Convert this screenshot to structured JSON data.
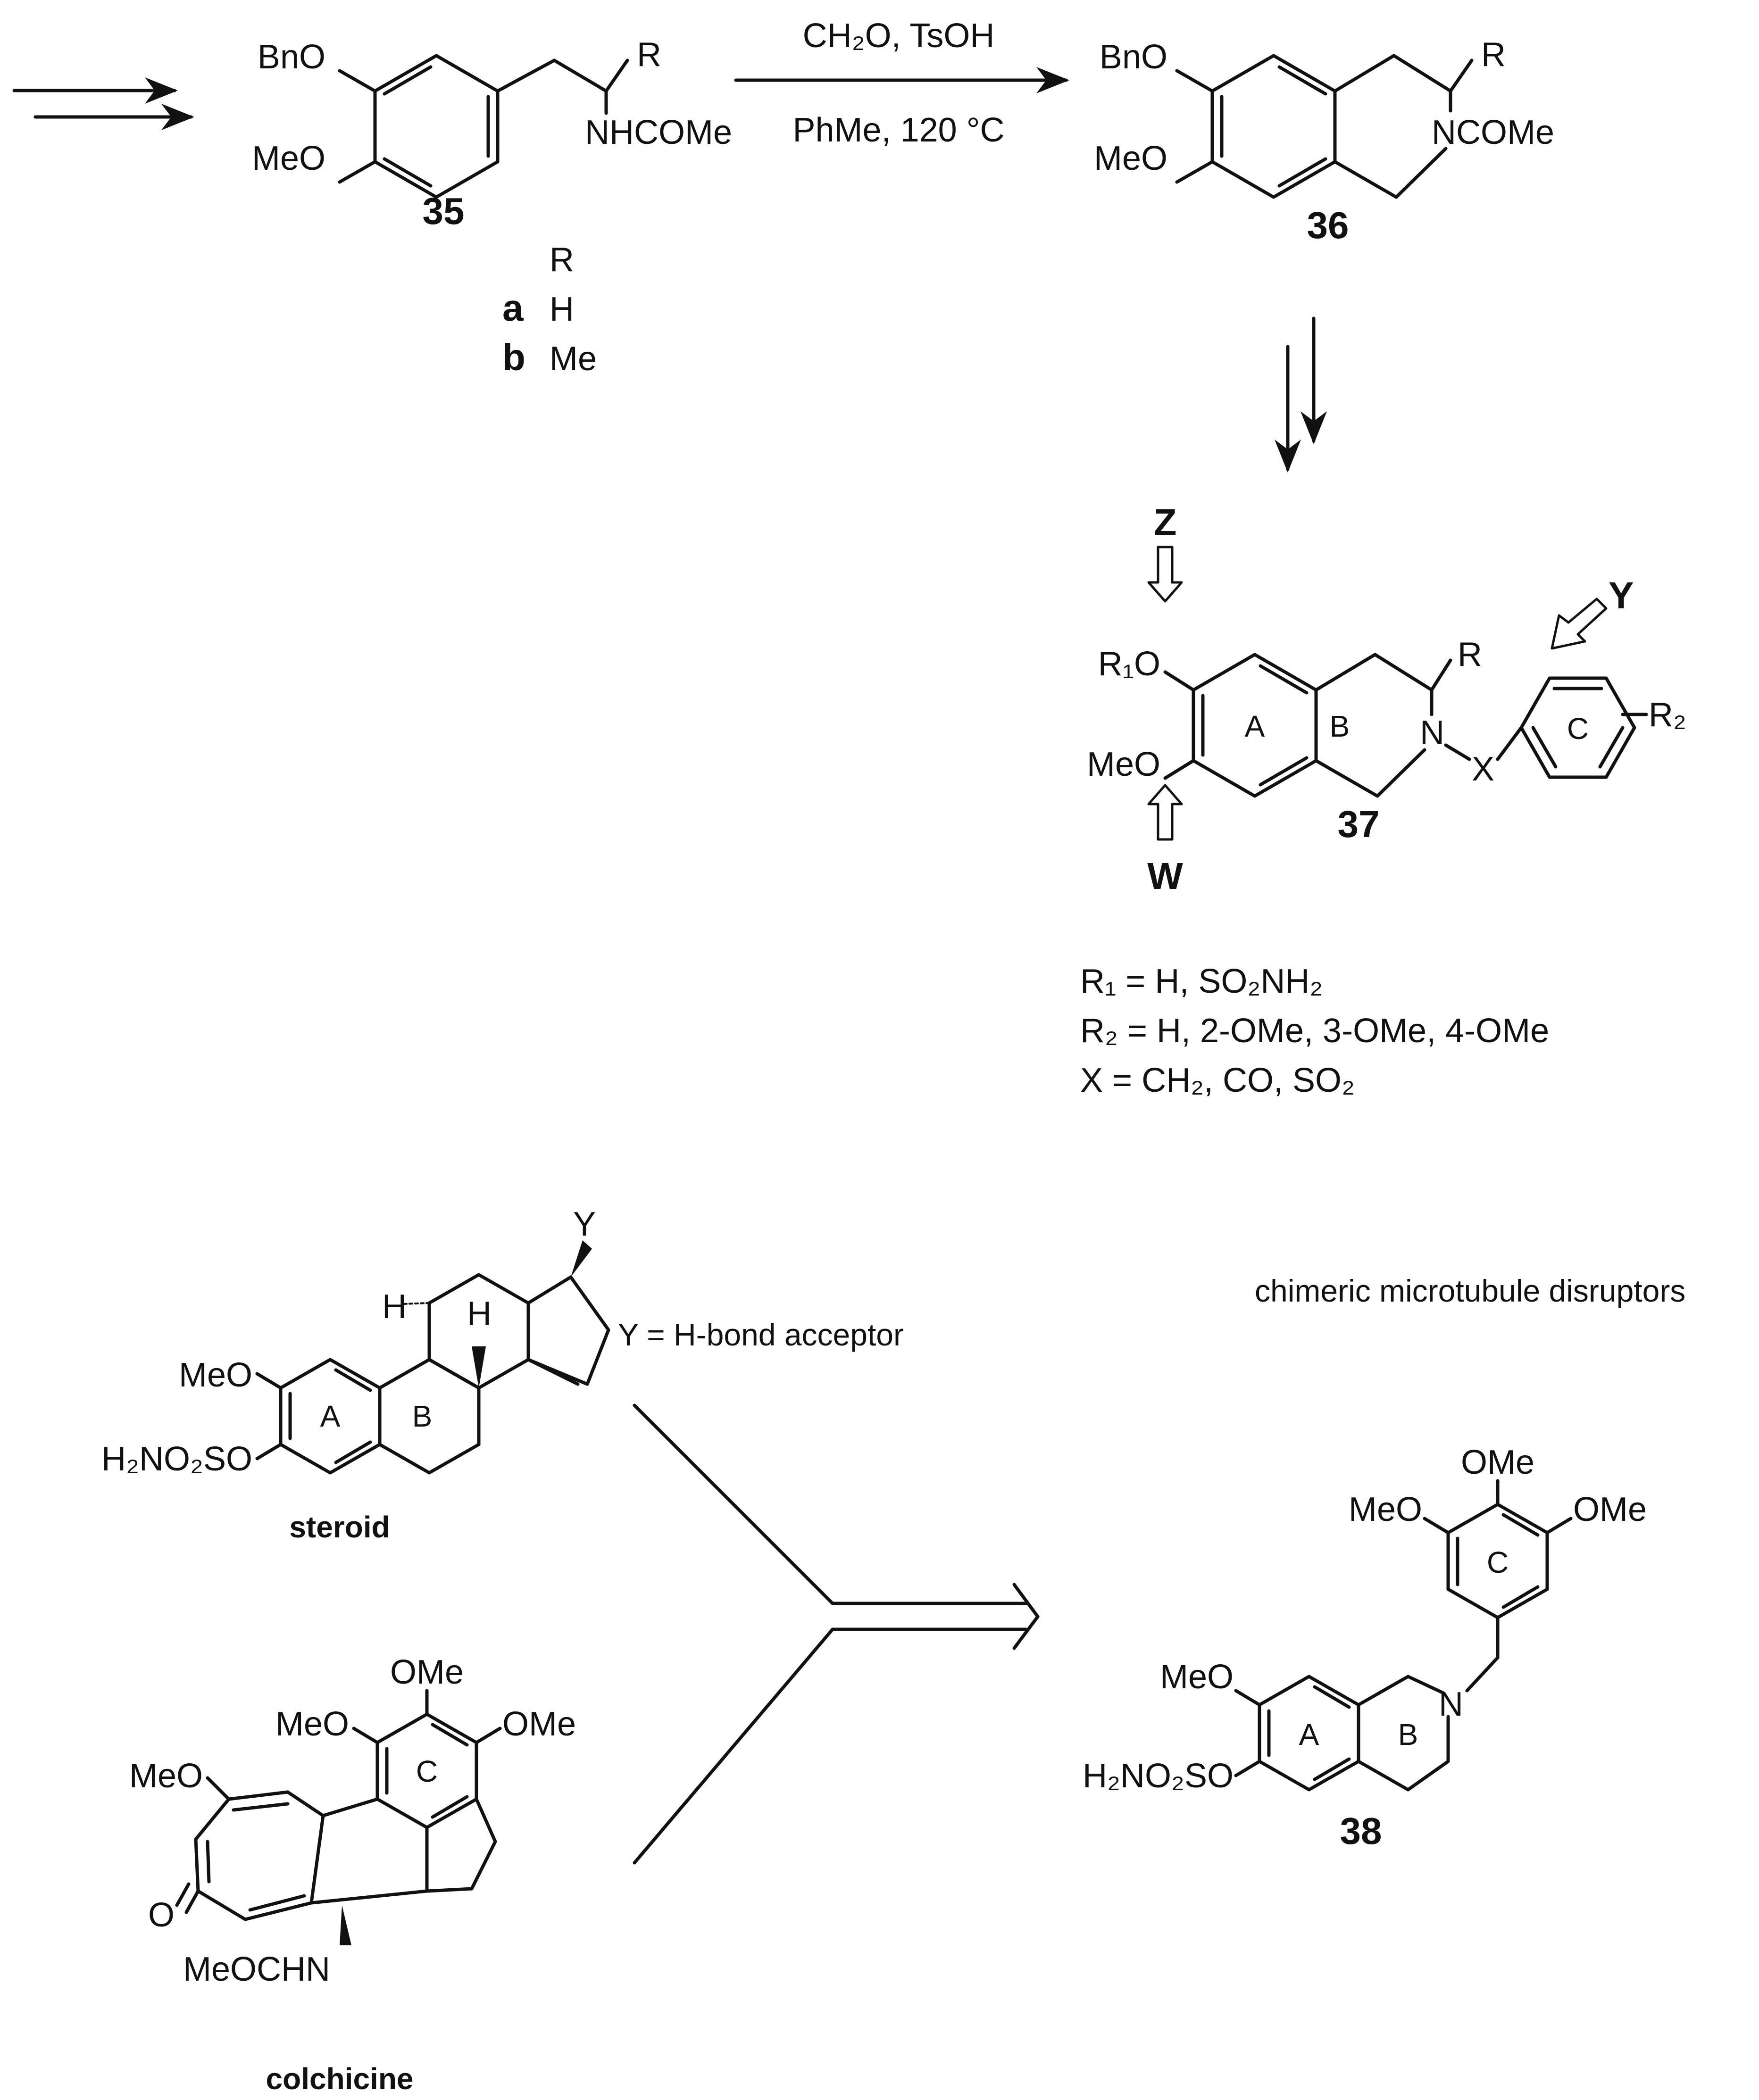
{
  "compounds": {
    "c35": "35",
    "c36": "36",
    "c37": "37",
    "c38": "38",
    "steroid": "steroid",
    "colchicine": "colchicine"
  },
  "reaction": {
    "reagents_top": "CH₂O, TsOH",
    "reagents_bottom": "PhMe, 120 °C"
  },
  "r_table": {
    "header": "R",
    "rows": [
      {
        "key": "a",
        "value": "H"
      },
      {
        "key": "b",
        "value": "Me"
      }
    ]
  },
  "atom_labels": {
    "BnO": "BnO",
    "MeO": "MeO",
    "R": "R",
    "NHCOMe": "NHCOMe",
    "NCOMe": "NCOMe",
    "N": "N",
    "X": "X",
    "R1O": "R₁O",
    "R2": "R₂",
    "OMe": "OMe",
    "H": "H",
    "Y": "Y",
    "H2NO2SO": "H₂NO₂SO",
    "O": "O",
    "MeOCHN": "MeOCHN"
  },
  "rings": {
    "A": "A",
    "B": "B",
    "C": "C"
  },
  "sites": {
    "Z": "Z",
    "W": "W",
    "Y": "Y"
  },
  "definitions": [
    "R₁ = H, SO₂NH₂",
    "R₂ = H, 2-OMe, 3-OMe, 4-OMe",
    "X = CH₂, CO, SO₂"
  ],
  "y_note": "Y = H-bond acceptor",
  "chimeric_note": "chimeric microtubule disruptors"
}
